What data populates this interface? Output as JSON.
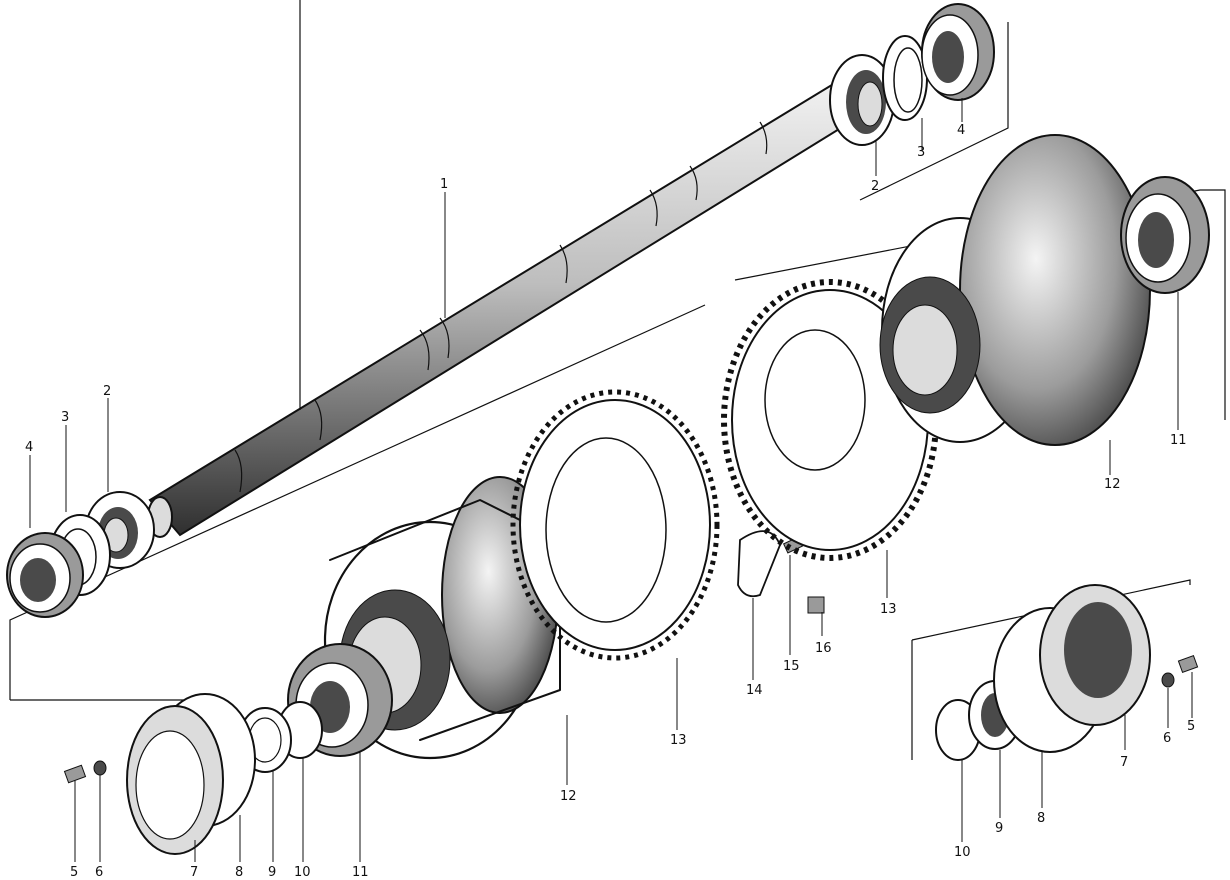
{
  "diagram": {
    "callouts": {
      "shaft": "1",
      "seal_top": "2",
      "ring_top": "3",
      "bearing_top": "4",
      "seal_left": "2",
      "ring_left": "3",
      "bearing_left": "4",
      "bolt_bl": "5",
      "washer_bl": "6",
      "cover_bl": "7",
      "gasket_bl": "8",
      "shim_bl": "9",
      "lockwasher_bl": "10",
      "bearing_bl": "11",
      "hub_center": "12",
      "gear_center": "13",
      "lockplate": "14",
      "pin": "15",
      "bolt_center": "16",
      "gear_right": "13",
      "hub_right": "12",
      "bearing_right": "11",
      "bolt_br": "5",
      "washer_br": "6",
      "cover_br": "7",
      "gasket_br": "8",
      "shim_br": "9",
      "lockwasher_br": "10"
    }
  }
}
